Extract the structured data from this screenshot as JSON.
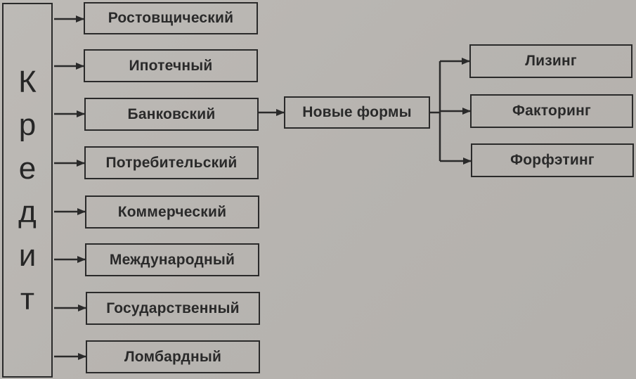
{
  "root": {
    "letters": [
      "К",
      "р",
      "е",
      "д",
      "и",
      "т"
    ]
  },
  "credit_types": [
    "Ростовщический",
    "Ипотечный",
    "Банковский",
    "Потребительский",
    "Коммерческий",
    "Международный",
    "Государственный",
    "Ломбардный"
  ],
  "new_forms": {
    "label": "Новые формы",
    "items": [
      "Лизинг",
      "Факторинг",
      "Форфэтинг"
    ]
  },
  "colors": {
    "line": "#2a2a2a",
    "text": "#2a2a2a",
    "background": "#b9b6b3"
  }
}
